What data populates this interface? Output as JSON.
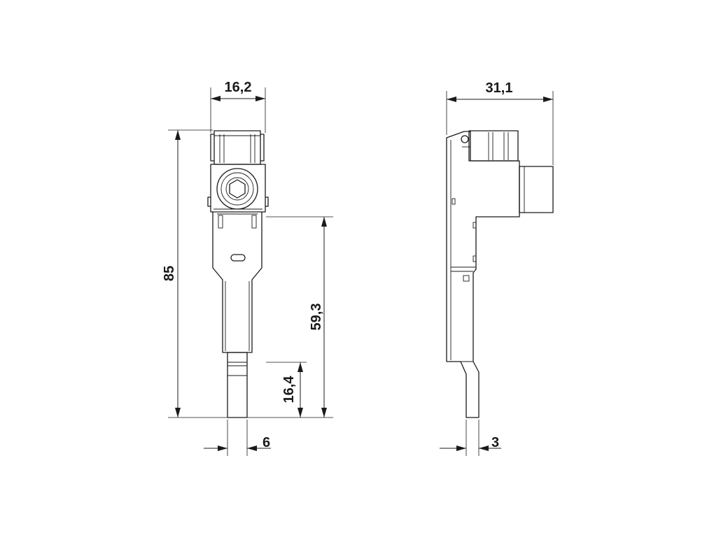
{
  "dimensions": {
    "front_width": "16,2",
    "overall_height": "85",
    "lower_height": "59,3",
    "pin_length": "16,4",
    "pin_width": "6",
    "side_width": "31,1",
    "pin_thickness": "3"
  }
}
